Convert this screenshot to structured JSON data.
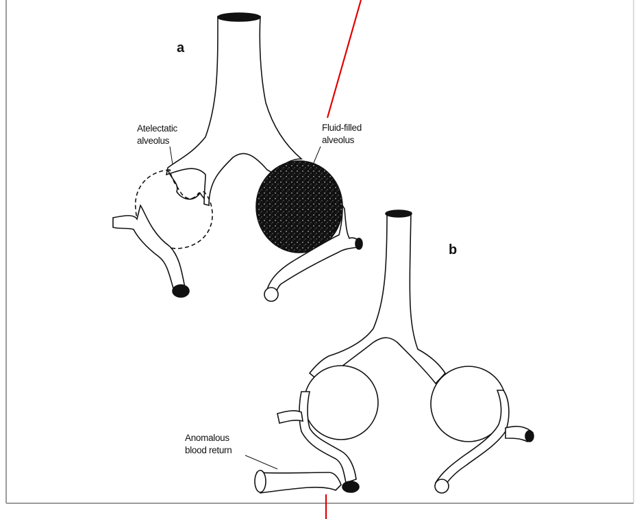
{
  "diagram": {
    "panel_a": {
      "letter": "a",
      "atelectatic_label_line1": "Atelectatic",
      "atelectatic_label_line2": "alveolus",
      "fluid_label_line1": "Fluid-filled",
      "fluid_label_line2": "alveolus"
    },
    "panel_b": {
      "letter": "b",
      "anomalous_label_line1": "Anomalous",
      "anomalous_label_line2": "blood return"
    },
    "colors": {
      "annotation_pointer": "#e00000",
      "ink": "#111111",
      "frame_border": "#9a9a9a"
    }
  }
}
